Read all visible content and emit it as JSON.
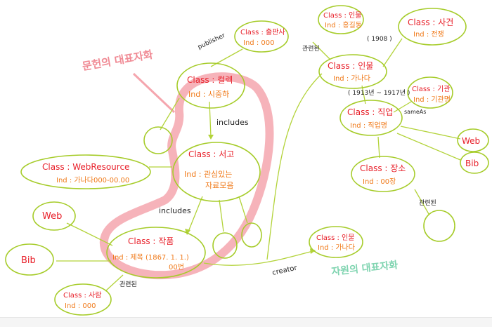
{
  "labels": {
    "group_left": "문헌의 대표자화",
    "group_right": "자원의 대표자화"
  },
  "nodes": {
    "collection": {
      "cls": "Class : 컬렉",
      "ind": "Ind : 시중하"
    },
    "work": {
      "cls": "Class : 서고",
      "ind1": "Ind : 관심있는",
      "ind2": "자료모음"
    },
    "item": {
      "cls": "Class : 작품",
      "ind1": "Ind : 제목 (1867. 1. 1.)",
      "ind2": "00번"
    },
    "publisher": {
      "cls": "Class : 출판사",
      "ind": "Ind : 000"
    },
    "webresource": {
      "cls": "Class : WebResource",
      "ind": "Ind : 가나다000-00.00"
    },
    "web": "Web",
    "bib": "Bib",
    "bottomperson": {
      "cls": "Class : 사람",
      "ind": "Ind : 000"
    },
    "creator_person": {
      "cls": "Class : 인물",
      "ind": "Ind : 가나다"
    },
    "person_top": {
      "cls": "Class : 인물",
      "ind": "Ind : 홍길동"
    },
    "person_r": {
      "cls": "Class : 인물",
      "ind": "Ind : 가나다"
    },
    "event": {
      "cls": "Class : 사건",
      "ind": "Ind : 전쟁"
    },
    "job": {
      "cls": "Class : 직업",
      "ind": "Ind : 직업명"
    },
    "org": {
      "cls": "Class : 기관",
      "ind": "Ind : 기관명"
    },
    "place": {
      "cls": "Class : 장소",
      "ind": "Ind : 00장"
    },
    "web_r": "Web",
    "bib_r": "Bib"
  },
  "edges": {
    "publisher": "publisher",
    "includes1": "includes",
    "includes2": "includes",
    "creator": "creator",
    "relation_bottom": "관련된",
    "relation_top": "관련된",
    "year1": "( 1908 )",
    "year2": "( 1913년 ~ 1917년 )",
    "sameas": "sameAs",
    "relation_place": "관련된"
  }
}
